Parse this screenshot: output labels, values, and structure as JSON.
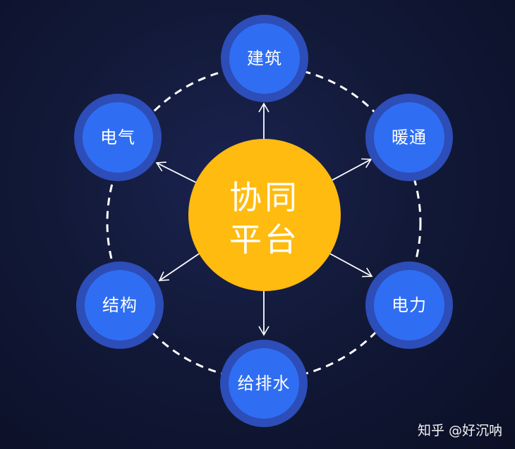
{
  "center": {
    "line1": "协同",
    "line2": "平台"
  },
  "nodes": [
    {
      "id": "architecture",
      "label": "建筑"
    },
    {
      "id": "hvac",
      "label": "暖通"
    },
    {
      "id": "power",
      "label": "电力"
    },
    {
      "id": "plumbing",
      "label": "给排水"
    },
    {
      "id": "structure",
      "label": "结构"
    },
    {
      "id": "electrical",
      "label": "电气"
    }
  ],
  "watermark": "知乎 @好沉呐",
  "colors": {
    "background": "#121938",
    "center_fill": "#ffbb10",
    "node_outer": "#2d4db8",
    "node_inner": "#2f6ef2",
    "ring": "#ffffff",
    "arrow": "#ffffff"
  }
}
